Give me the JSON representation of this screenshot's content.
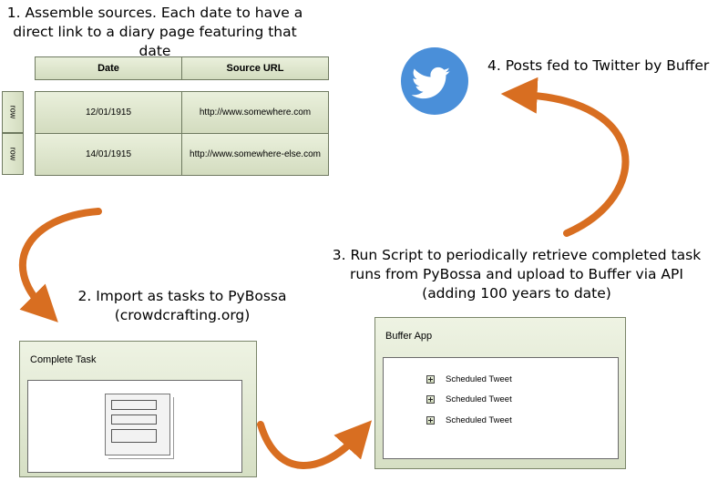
{
  "colors": {
    "arrow": "#d86e21",
    "twitter": "#4a8fd9",
    "panel": "#dde5cb"
  },
  "step1": {
    "line1": "1. Assemble sources. Each date to have a",
    "line2": "direct link to a diary page featuring that date"
  },
  "table": {
    "headers": [
      "Date",
      "Source URL"
    ],
    "row_label": "row",
    "rows": [
      {
        "date": "12/01/1915",
        "url": "http://www.somewhere.com"
      },
      {
        "date": "14/01/1915",
        "url": "http://www.somewhere-else.com"
      }
    ]
  },
  "step2": {
    "line1": "2. Import as tasks to PyBossa",
    "line2": "(crowdcrafting.org)"
  },
  "complete_task_panel": {
    "title": "Complete Task"
  },
  "step3": {
    "line1": "3. Run Script to periodically retrieve completed task",
    "line2": "runs from PyBossa and upload to Buffer via API",
    "line3": "(adding 100 years to date)"
  },
  "buffer_panel": {
    "title": "Buffer App",
    "items": [
      "Scheduled Tweet",
      "Scheduled Tweet",
      "Scheduled Tweet"
    ]
  },
  "step4": {
    "text": "4. Posts fed to Twitter by Buffer"
  },
  "icons": {
    "twitter": "twitter-bird-icon",
    "add": "plus-icon"
  }
}
